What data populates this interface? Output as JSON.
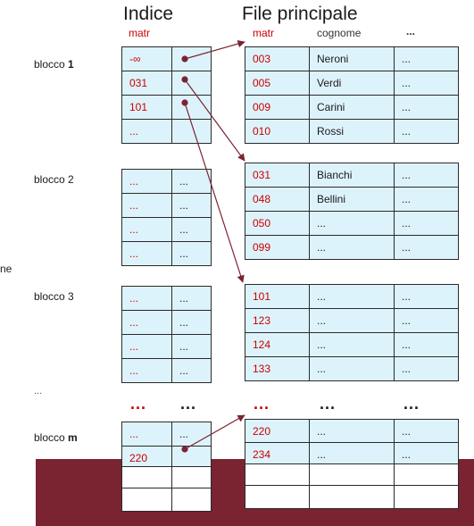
{
  "headings": {
    "index": "Indice",
    "main_file": "File principale",
    "index_col": "matr",
    "main_col_matr": "matr",
    "main_col_cognome": "cognome",
    "main_col_more": "..."
  },
  "left_cut_label": "ne",
  "side_ellipsis": "...",
  "blocks": [
    {
      "label_prefix": "blocco ",
      "label_number": "1",
      "number_bold": true,
      "index_rows": [
        [
          "-∞",
          ""
        ],
        [
          "031",
          ""
        ],
        [
          "101",
          ""
        ],
        [
          "...",
          ""
        ]
      ],
      "file_rows": [
        [
          "003",
          "Neroni",
          "..."
        ],
        [
          "005",
          "Verdi",
          "..."
        ],
        [
          "009",
          "Carini",
          "..."
        ],
        [
          "010",
          "Rossi",
          "..."
        ]
      ]
    },
    {
      "label_prefix": "blocco ",
      "label_number": "2",
      "number_bold": false,
      "index_rows": [
        [
          "...",
          "..."
        ],
        [
          "...",
          "..."
        ],
        [
          "...",
          "..."
        ],
        [
          "...",
          "..."
        ]
      ],
      "file_rows": [
        [
          "031",
          "Bianchi",
          "..."
        ],
        [
          "048",
          "Bellini",
          "..."
        ],
        [
          "050",
          "...",
          "..."
        ],
        [
          "099",
          "...",
          "..."
        ]
      ]
    },
    {
      "label_prefix": "blocco ",
      "label_number": "3",
      "number_bold": false,
      "index_rows": [
        [
          "...",
          "..."
        ],
        [
          "...",
          "..."
        ],
        [
          "...",
          "..."
        ],
        [
          "...",
          "..."
        ]
      ],
      "file_rows": [
        [
          "101",
          "...",
          "..."
        ],
        [
          "123",
          "...",
          "..."
        ],
        [
          "124",
          "...",
          "..."
        ],
        [
          "133",
          "...",
          "..."
        ]
      ]
    },
    {
      "label_prefix": "blocco ",
      "label_number": "m",
      "number_bold": true,
      "index_rows": [
        [
          "...",
          "..."
        ],
        [
          "220",
          ""
        ],
        [
          "",
          ""
        ],
        [
          "",
          ""
        ]
      ],
      "file_rows": [
        [
          "220",
          "...",
          "..."
        ],
        [
          "234",
          "...",
          "..."
        ],
        [
          "",
          "",
          ""
        ],
        [
          "",
          "",
          ""
        ]
      ]
    }
  ],
  "between_ellipsis": {
    "index_left": "...",
    "index_right": "...",
    "file_matr": "...",
    "file_cognome": "...",
    "file_more": "..."
  },
  "colors": {
    "cell_fill": "#ddf3fb",
    "red_text": "#cc0000",
    "band": "#7a2432"
  }
}
